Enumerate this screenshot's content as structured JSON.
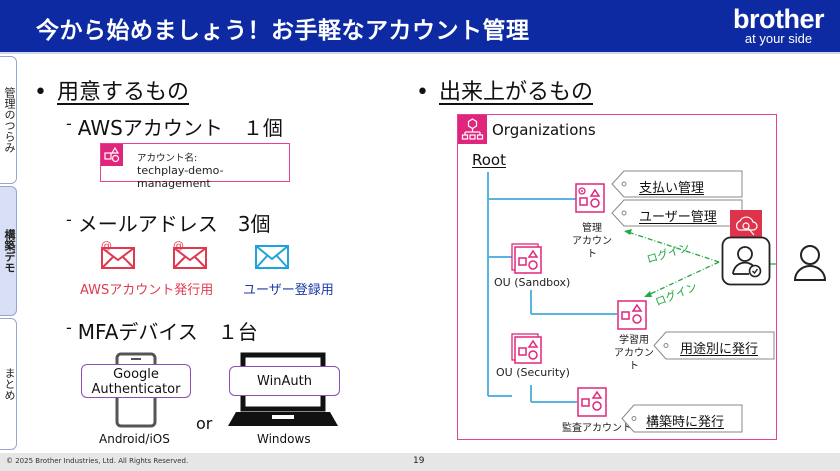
{
  "header": {
    "title": "今から始めましょう！お手軽なアカウント管理",
    "logo_brand": "brother",
    "logo_tagline": "at your side",
    "bg_color": "#0d2aa3"
  },
  "side_tabs": [
    {
      "label": "管理のつらみ",
      "active": false
    },
    {
      "label": "構築デモ",
      "active": true
    },
    {
      "label": "まとめ",
      "active": false
    }
  ],
  "left": {
    "bullet": "用意するもの",
    "aws_account": {
      "heading": "AWSアカウント　１個",
      "label": "アカウント名:",
      "name": "techplay-demo-management"
    },
    "email": {
      "heading": "メールアドレス　3個",
      "aws_label": "AWSアカウント発行用",
      "user_label": "ユーザー登録用",
      "aws_color": "#e0394f",
      "user_color": "#1a3aa8"
    },
    "mfa": {
      "heading": "MFAデバイス　１台",
      "google_line1": "Google",
      "google_line2": "Authenticator",
      "android_label": "Android/iOS",
      "or": "or",
      "winauth": "WinAuth",
      "windows_label": "Windows"
    }
  },
  "right": {
    "bullet": "出来上がるもの",
    "org_title": "Organizations",
    "root": "Root",
    "mgmt_label_1": "管理",
    "mgmt_label_2": "アカウント",
    "ou_sandbox": "OU (Sandbox)",
    "ou_security": "OU (Security)",
    "study_label_1": "学習用",
    "study_label_2": "アカウント",
    "audit_label": "監査アカウント",
    "tags": {
      "billing": "支払い管理",
      "user_mgmt": "ユーザー管理",
      "per_use": "用途別に発行",
      "on_build": "構築時に発行"
    },
    "login_1": "ログイン",
    "login_2": "ログイン",
    "accent_color": "#e0267c",
    "line_color": "#5bb4e0",
    "login_color": "#22a844"
  },
  "footer": {
    "copyright": "© 2025 Brother Industries, Ltd. All Rights Reserved.",
    "page_number": "19"
  }
}
